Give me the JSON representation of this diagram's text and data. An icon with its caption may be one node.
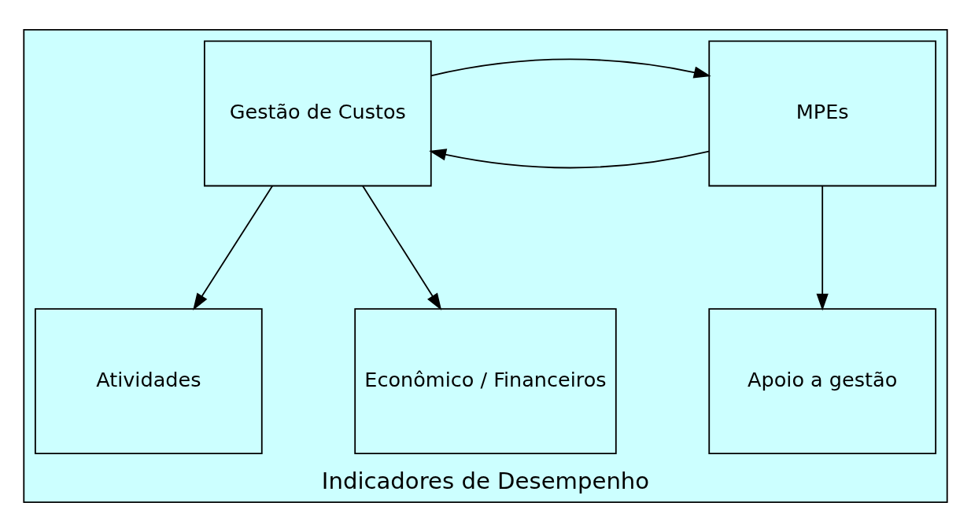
{
  "diagram": {
    "nodes": [
      {
        "text": [
          "Indicadores de Desempenho"
        ]
      },
      {
        "text": [
          "MPEs"
        ],
        "in": 0
      },
      {
        "text": [
          "Gestão de Custos"
        ],
        "in": 0
      },
      {
        "text": [
          "Apoio a gestão"
        ],
        "in": 0
      },
      {
        "text": [
          "Atividades"
        ],
        "in": 0
      },
      {
        "text": [
          "Econômico / Financeiros"
        ],
        "in": 0
      }
    ],
    "edges": [
      {
        "from": 1,
        "to": 2,
        "arrow": "to"
      },
      {
        "from": 2,
        "to": 1,
        "arrow": "to"
      },
      {
        "from": 1,
        "to": 3,
        "arrow": "to"
      },
      {
        "from": 2,
        "to": 4,
        "arrow": "to"
      },
      {
        "from": 2,
        "to": 5,
        "arrow": "to"
      }
    ]
  }
}
